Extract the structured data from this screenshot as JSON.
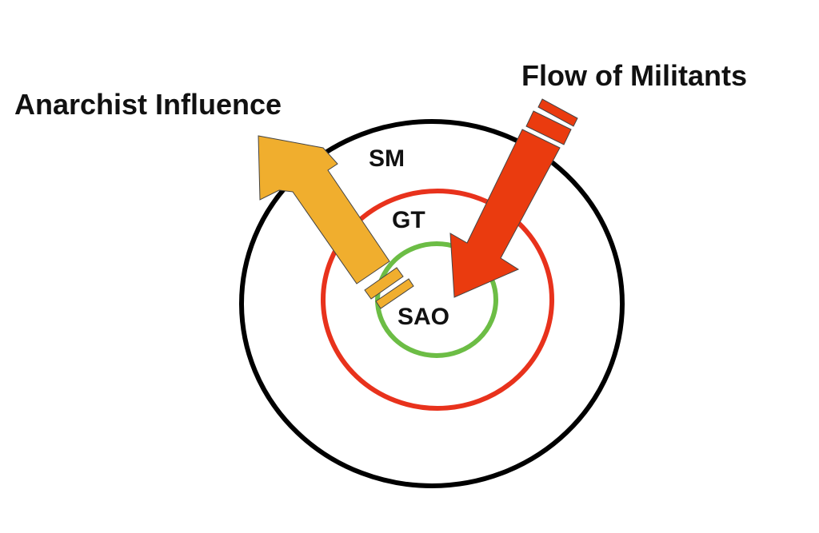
{
  "labels": {
    "anarchist_influence": "Anarchist Influence",
    "flow_of_militants": "Flow of Militants",
    "outer_ring": "SM",
    "middle_ring": "GT",
    "inner_ring": "SAO"
  },
  "colors": {
    "outer_ring": "#000000",
    "middle_ring": "#e8321c",
    "inner_ring": "#6cbd45",
    "influence_arrow": "#f0ae2e",
    "militants_arrow": "#ea3b0f",
    "arrow_outline": "#444444"
  },
  "icons": {
    "influence_arrow": "arrow-up-left-icon",
    "militants_arrow": "arrow-down-left-icon"
  }
}
